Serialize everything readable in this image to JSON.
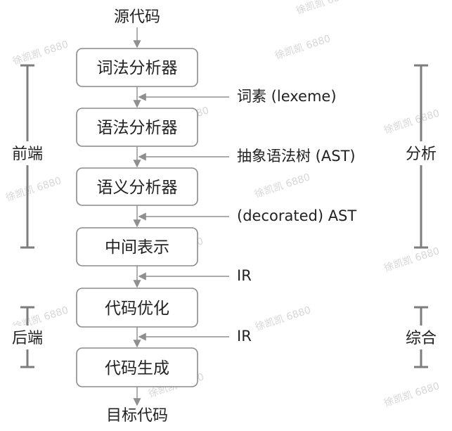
{
  "input": "源代码",
  "output": "目标代码",
  "stages": [
    "词法分析器",
    "语法分析器",
    "语义分析器",
    "中间表示",
    "代码优化",
    "代码生成"
  ],
  "artifacts": [
    "词素 (lexeme)",
    "抽象语法树 (AST)",
    "(decorated) AST",
    "IR",
    "IR"
  ],
  "phases": {
    "frontend": "前端",
    "backend": "后端",
    "analysis": "分析",
    "synthesis": "综合"
  },
  "watermark": "徐凯凯 6880",
  "colors": {
    "box_border": "#8a8a8a",
    "line": "#8f8f8f",
    "bracket": "#7d7d7d",
    "text": "#222222"
  }
}
